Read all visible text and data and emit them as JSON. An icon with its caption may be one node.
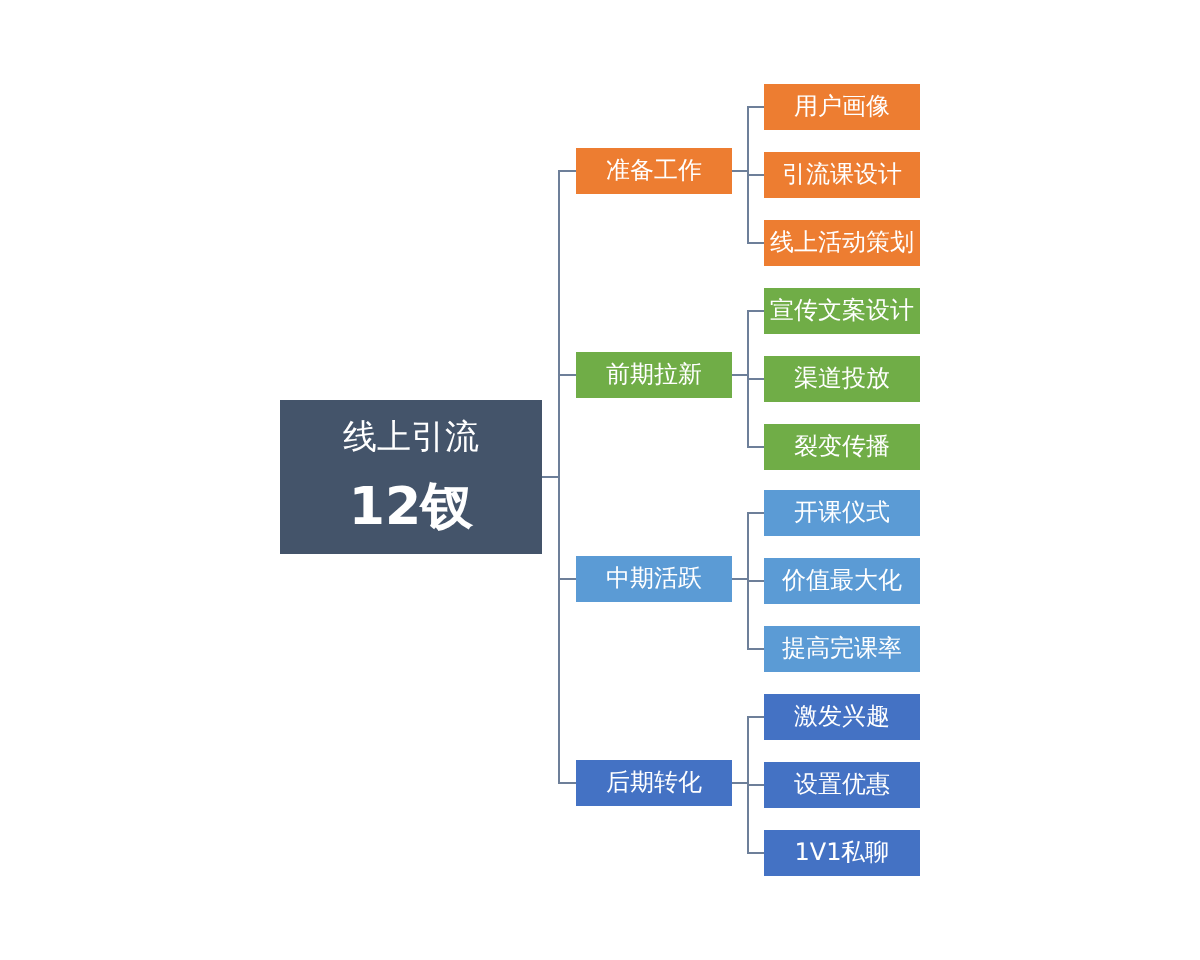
{
  "diagram": {
    "nodes": [
      {
        "text": [
          "线上引流",
          "12钗"
        ]
      },
      {
        "text": [
          "准备工作"
        ]
      },
      {
        "text": [
          "用户画像"
        ]
      },
      {
        "text": [
          "引流课设计"
        ]
      },
      {
        "text": [
          "线上活动策划"
        ]
      },
      {
        "text": [
          "前期拉新"
        ]
      },
      {
        "text": [
          "宣传文案设计"
        ]
      },
      {
        "text": [
          "渠道投放"
        ]
      },
      {
        "text": [
          "裂变传播"
        ]
      },
      {
        "text": [
          "中期活跃"
        ]
      },
      {
        "text": [
          "开课仪式"
        ]
      },
      {
        "text": [
          "价值最大化"
        ]
      },
      {
        "text": [
          "提高完课率"
        ]
      },
      {
        "text": [
          "后期转化"
        ]
      },
      {
        "text": [
          "激发兴趣"
        ]
      },
      {
        "text": [
          "设置优惠"
        ]
      },
      {
        "text": [
          "1V1私聊"
        ]
      }
    ],
    "edges": [
      {
        "from": 0,
        "to": 1,
        "arrow": "none"
      },
      {
        "from": 1,
        "to": 2,
        "arrow": "none"
      },
      {
        "from": 1,
        "to": 3,
        "arrow": "none"
      },
      {
        "from": 1,
        "to": 4,
        "arrow": "none"
      },
      {
        "from": 0,
        "to": 5,
        "arrow": "none"
      },
      {
        "from": 5,
        "to": 6,
        "arrow": "none"
      },
      {
        "from": 5,
        "to": 7,
        "arrow": "none"
      },
      {
        "from": 5,
        "to": 8,
        "arrow": "none"
      },
      {
        "from": 0,
        "to": 9,
        "arrow": "none"
      },
      {
        "from": 9,
        "to": 10,
        "arrow": "none"
      },
      {
        "from": 9,
        "to": 11,
        "arrow": "none"
      },
      {
        "from": 9,
        "to": 12,
        "arrow": "none"
      },
      {
        "from": 0,
        "to": 13,
        "arrow": "none"
      },
      {
        "from": 13,
        "to": 14,
        "arrow": "none"
      },
      {
        "from": 13,
        "to": 15,
        "arrow": "none"
      },
      {
        "from": 13,
        "to": 16,
        "arrow": "none"
      }
    ]
  }
}
